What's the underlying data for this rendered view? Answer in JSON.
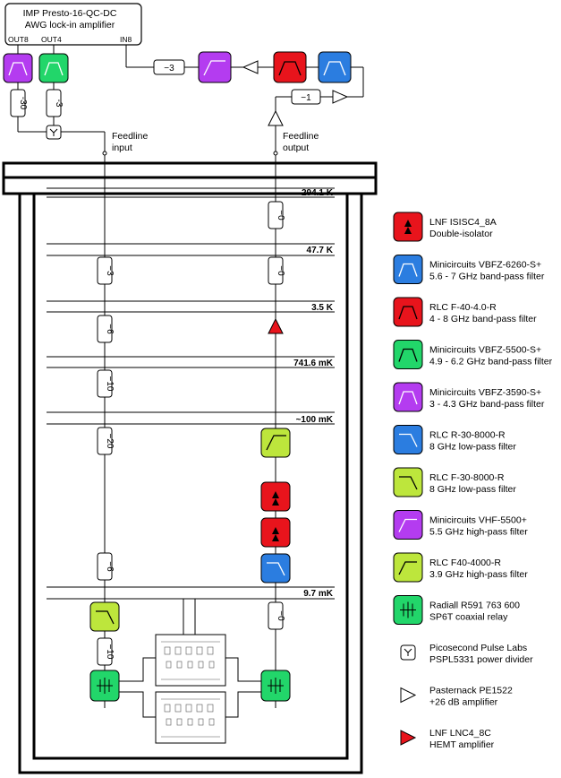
{
  "instrument": {
    "line1": "IMP Presto-16-QC-DC",
    "line2": "AWG lock-in amplifier",
    "out8": "OUT8",
    "out4": "OUT4",
    "in8": "IN8"
  },
  "feedline": {
    "input_line1": "Feedline",
    "input_line2": "input",
    "output_line1": "Feedline",
    "output_line2": "output"
  },
  "stages": [
    {
      "label": "294.1 K"
    },
    {
      "label": "47.7 K"
    },
    {
      "label": "3.5 K"
    },
    {
      "label": "741.6 mK"
    },
    {
      "label": "~100 mK"
    },
    {
      "label": "9.7 mK"
    }
  ],
  "attenuators": {
    "room_out8": "-30",
    "room_out4": "-3",
    "room_in8": "−3",
    "room_return": "−1",
    "in_47k": "−3",
    "in_3k": "−6",
    "in_741mk": "−10",
    "in_100mk": "−20",
    "in_bottom": "−6",
    "in_mxc": "−10",
    "out_294k": "−0",
    "out_47k": "−0",
    "out_mxc": "−0"
  },
  "legend": [
    {
      "icon": "isolator",
      "color": "#e8141c",
      "line1": "LNF ISISC4_8A",
      "line2": "Double-isolator"
    },
    {
      "icon": "bandpass",
      "color": "#2b7de0",
      "line1": "Minicircuits VBFZ-6260-S+",
      "line2": "5.6 - 7 GHz band-pass filter"
    },
    {
      "icon": "bandpass",
      "color": "#e8141c",
      "line1": "RLC F-40-4.0-R",
      "line2": "4 - 8 GHz band-pass filter"
    },
    {
      "icon": "bandpass",
      "color": "#22d66a",
      "line1": "Minicircuits VBFZ-5500-S+",
      "line2": "4.9 - 6.2 GHz band-pass filter"
    },
    {
      "icon": "bandpass",
      "color": "#b43cf0",
      "line1": "Minicircuits VBFZ-3590-S+",
      "line2": "3 - 4.3 GHz band-pass filter"
    },
    {
      "icon": "lowpass",
      "color": "#2b7de0",
      "line1": "RLC R-30-8000-R",
      "line2": "8 GHz low-pass filter"
    },
    {
      "icon": "lowpass",
      "color": "#bde63c",
      "line1": "RLC F-30-8000-R",
      "line2": "8 GHz low-pass filter"
    },
    {
      "icon": "highpass",
      "color": "#b43cf0",
      "line1": "Minicircuits VHF-5500+",
      "line2": "5.5 GHz high-pass filter"
    },
    {
      "icon": "highpass",
      "color": "#bde63c",
      "line1": "RLC F40-4000-R",
      "line2": "3.9 GHz high-pass filter"
    },
    {
      "icon": "relay",
      "color": "#22d66a",
      "line1": "Radiall R591 763 600",
      "line2": "SP6T coaxial relay"
    },
    {
      "icon": "divider",
      "color": "#ffffff",
      "line1": "Picosecond Pulse Labs",
      "line2": "PSPL5331 power divider"
    },
    {
      "icon": "amplifier",
      "color": "#ffffff",
      "line1": "Pasternack PE1522",
      "line2": "+26 dB amplifier"
    },
    {
      "icon": "hemt",
      "color": "#e8141c",
      "line1": "LNF LNC4_8C",
      "line2": "HEMT amplifier"
    }
  ]
}
